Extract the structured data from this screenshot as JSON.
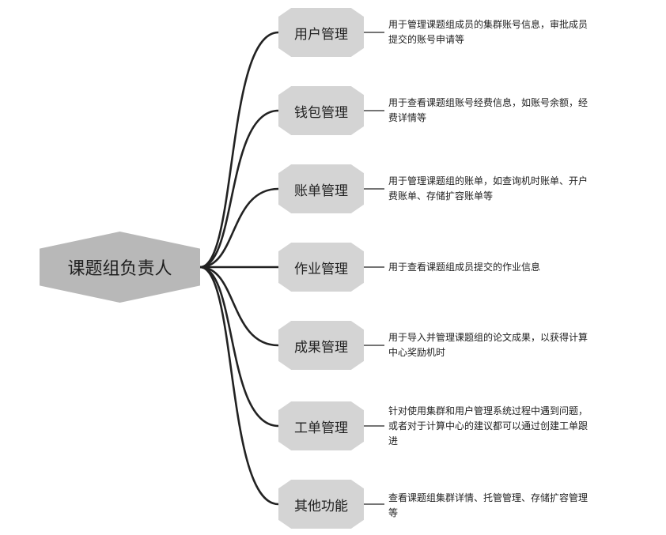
{
  "root": {
    "label": "课题组负责人"
  },
  "branches": [
    {
      "label": "用户管理",
      "description": "用于管理课题组成员的集群账号信息，审批成员\n提交的账号申请等"
    },
    {
      "label": "钱包管理",
      "description": "用于查看课题组账号经费信息，如账号余额，经\n费详情等"
    },
    {
      "label": "账单管理",
      "description": "用于管理课题组的账单，如查询机时账单、开户\n费账单、存储扩容账单等"
    },
    {
      "label": "作业管理",
      "description": "用于查看课题组成员提交的作业信息"
    },
    {
      "label": "成果管理",
      "description": "用于导入并管理课题组的论文成果，以获得计算\n中心奖励机时"
    },
    {
      "label": "工单管理",
      "description": "针对使用集群和用户管理系统过程中遇到问题，\n或者对于计算中心的建议都可以通过创建工单跟\n进"
    },
    {
      "label": "其他功能",
      "description": "查看课题组集群详情、托管管理、存储扩容管理\n等"
    }
  ],
  "colors": {
    "line": "#222222",
    "root_fill": "#b8b8b8",
    "node_fill": "#d4d4d4"
  }
}
